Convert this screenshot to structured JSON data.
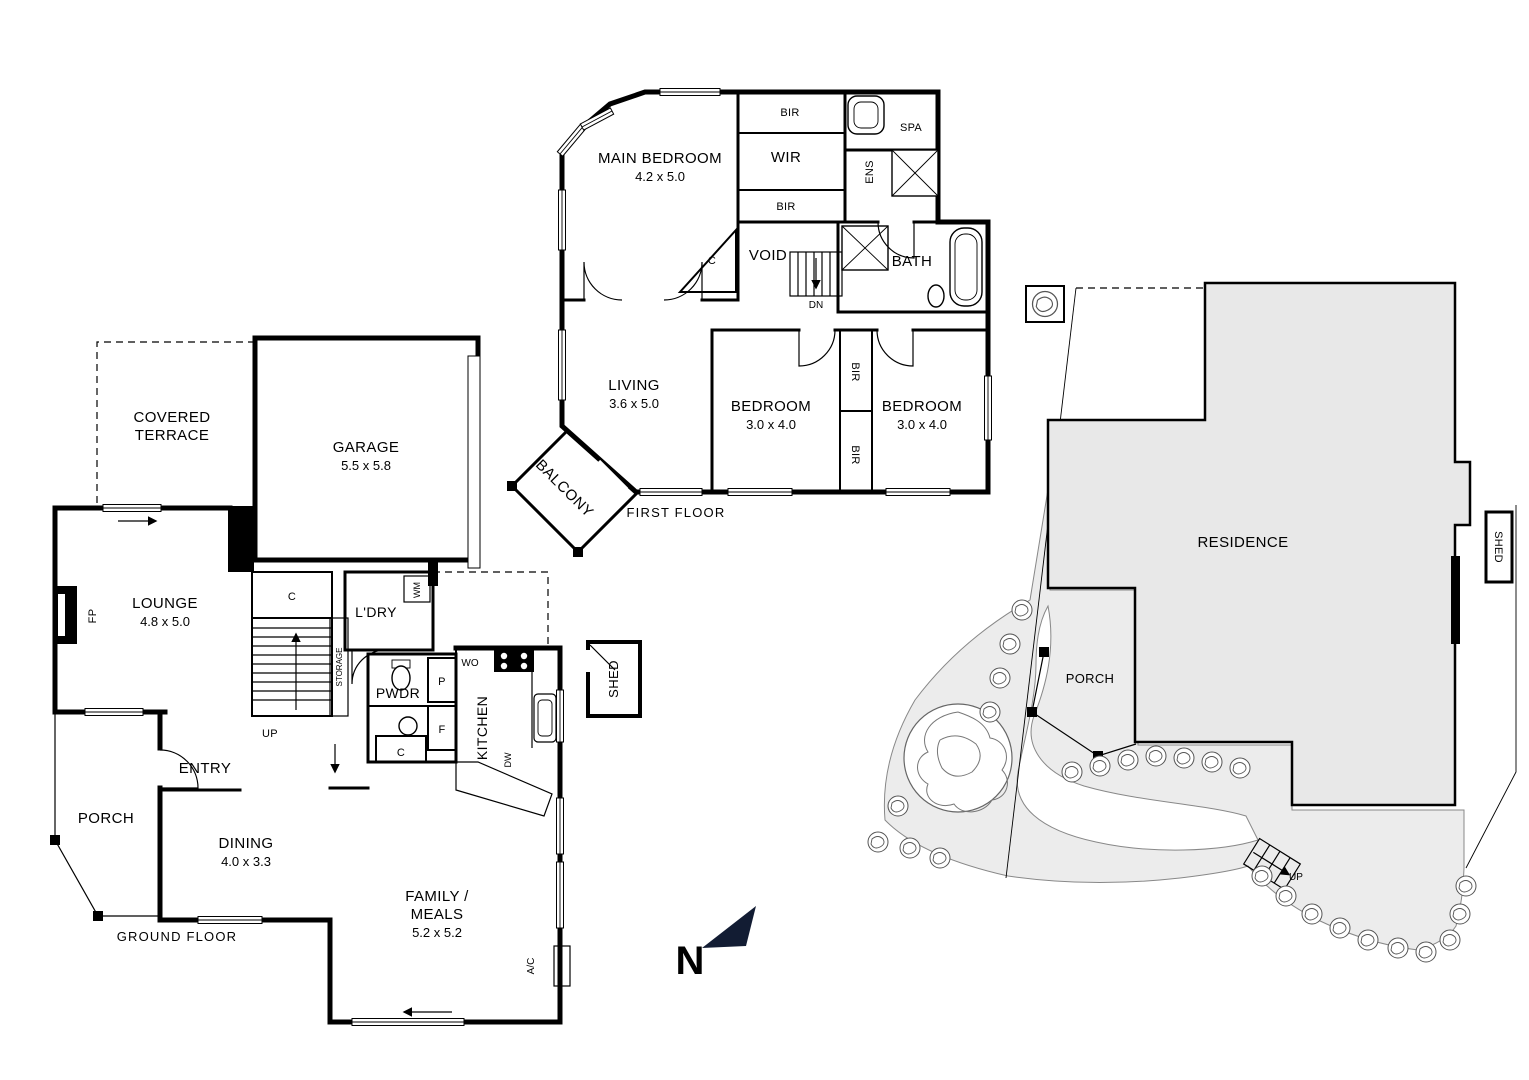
{
  "first_floor": {
    "caption": "FIRST FLOOR",
    "main_bedroom_name": "MAIN BEDROOM",
    "main_bedroom_dims": "4.2 x 5.0",
    "bir_top": "BIR",
    "wir": "WIR",
    "spa": "SPA",
    "ens": "ENS",
    "bir_mid": "BIR",
    "void": "VOID",
    "closet_c": "C",
    "bath": "BATH",
    "stairs_dn": "DN",
    "living_name": "LIVING",
    "living_dims": "3.6 x 5.0",
    "bedroom2_name": "BEDROOM",
    "bedroom2_dims": "3.0 x 4.0",
    "bedroom3_name": "BEDROOM",
    "bedroom3_dims": "3.0 x 4.0",
    "bir_left": "BIR",
    "bir_right": "BIR",
    "balcony": "BALCONY"
  },
  "ground_floor": {
    "caption": "GROUND FLOOR",
    "covered_terrace_line1": "COVERED",
    "covered_terrace_line2": "TERRACE",
    "garage_name": "GARAGE",
    "garage_dims": "5.5 x 5.8",
    "lounge_name": "LOUNGE",
    "lounge_dims": "4.8 x 5.0",
    "fireplace": "FP",
    "closet_upper": "C",
    "laundry": "L'DRY",
    "washing_machine": "WM",
    "storage": "STORAGE",
    "stairs_up": "UP",
    "powder": "PWDR",
    "pantry": "P",
    "fridge": "F",
    "closet_lower": "C",
    "wall_oven": "WO",
    "kitchen": "KITCHEN",
    "dishwasher": "DW",
    "shed": "SHED",
    "entry": "ENTRY",
    "porch": "PORCH",
    "dining_name": "DINING",
    "dining_dims": "4.0 x 3.3",
    "family_line1": "FAMILY /",
    "family_line2": "MEALS",
    "family_dims": "5.2 x 5.2",
    "ac": "A/C"
  },
  "site_plan": {
    "residence": "RESIDENCE",
    "shed": "SHED",
    "porch": "PORCH",
    "steps_up": "UP"
  },
  "compass": {
    "north": "N"
  },
  "colors": {
    "wall": "#000000",
    "residence_fill": "#e8e8e8",
    "garden_fill": "#ececec",
    "paper": "#ffffff",
    "compass": "#121c33"
  }
}
